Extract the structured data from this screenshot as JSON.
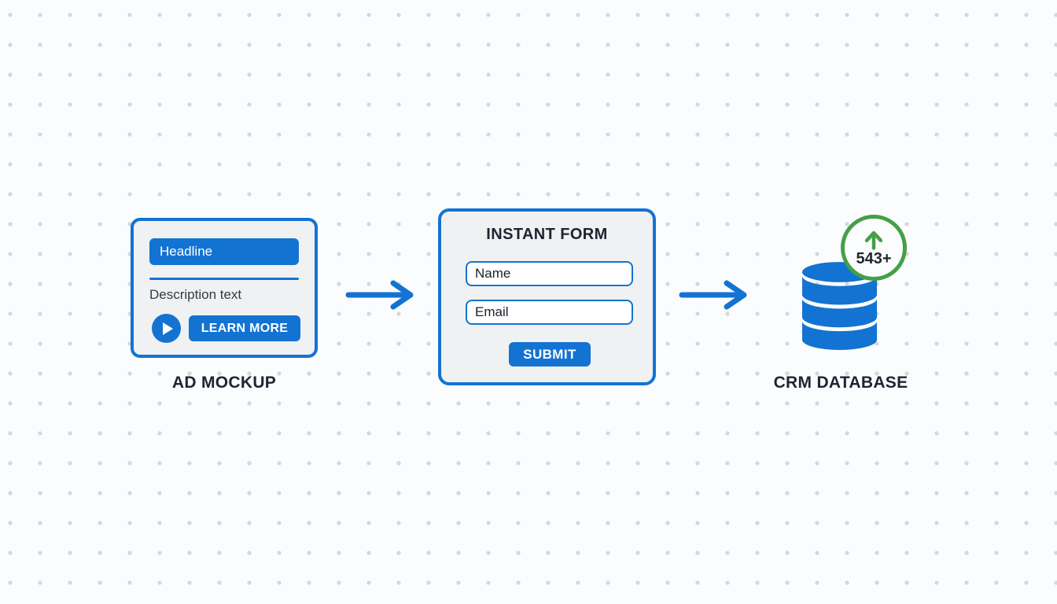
{
  "colors": {
    "blue": "#1373d2",
    "green": "#43a047",
    "card_bg": "#f0f1f2",
    "page_bg": "#fbfcfd",
    "dark": "#1d2532"
  },
  "ad_mockup": {
    "label": "AD MOCKUP",
    "headline": "Headline",
    "description": "Description text",
    "cta_label": "LEARN MORE",
    "play_icon": "play-icon"
  },
  "instant_form": {
    "title": "INSTANT FORM",
    "fields": [
      {
        "placeholder": "Name"
      },
      {
        "placeholder": "Email"
      }
    ],
    "submit_label": "SUBMIT"
  },
  "crm": {
    "label": "CRM DATABASE",
    "badge_count": "543+",
    "badge_icon": "up-arrow-icon",
    "db_icon": "database-icon"
  },
  "flow": {
    "arrow_icon": "arrow-right-icon"
  }
}
